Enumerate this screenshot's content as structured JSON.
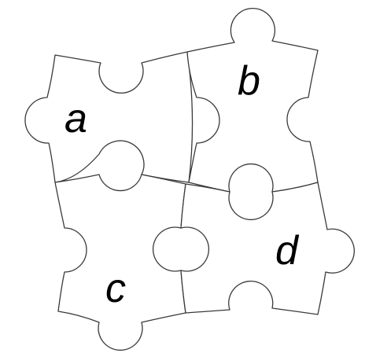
{
  "puzzle": {
    "pieces": [
      {
        "id": "a",
        "label": "a"
      },
      {
        "id": "b",
        "label": "b"
      },
      {
        "id": "c",
        "label": "c"
      },
      {
        "id": "d",
        "label": "d"
      }
    ]
  },
  "colors": {
    "background": "#ffffff",
    "outline": "#3a3a3a",
    "label": "#000000"
  }
}
